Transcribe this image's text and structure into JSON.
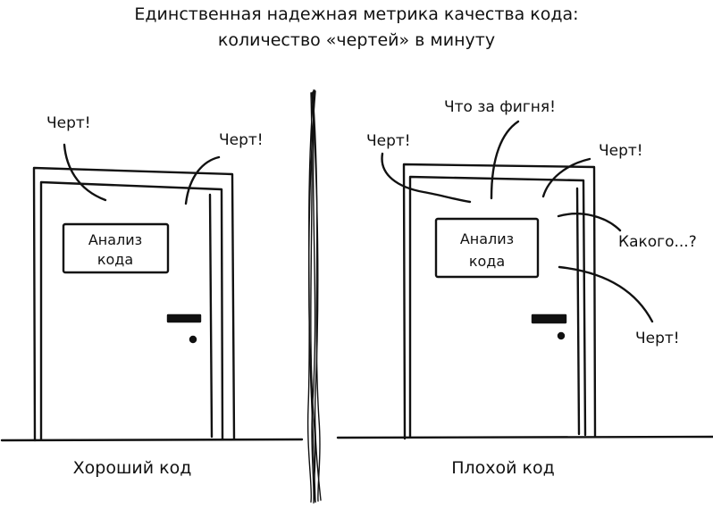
{
  "title": {
    "line1": "Единственная надежная метрика качества кода:",
    "line2": "количество «чертей» в минуту"
  },
  "left_panel": {
    "caption": "Хороший код",
    "sign_line1": "Анализ",
    "sign_line2": "кода",
    "exclamations": [
      "Черт!",
      "Черт!"
    ]
  },
  "right_panel": {
    "caption": "Плохой код",
    "sign_line1": "Анализ",
    "sign_line2": "кода",
    "exclamations": [
      "Что за фигня!",
      "Черт!",
      "Черт!",
      "Какого...?",
      "Черт!"
    ]
  },
  "colors": {
    "ink": "#111111",
    "background": "#ffffff"
  }
}
